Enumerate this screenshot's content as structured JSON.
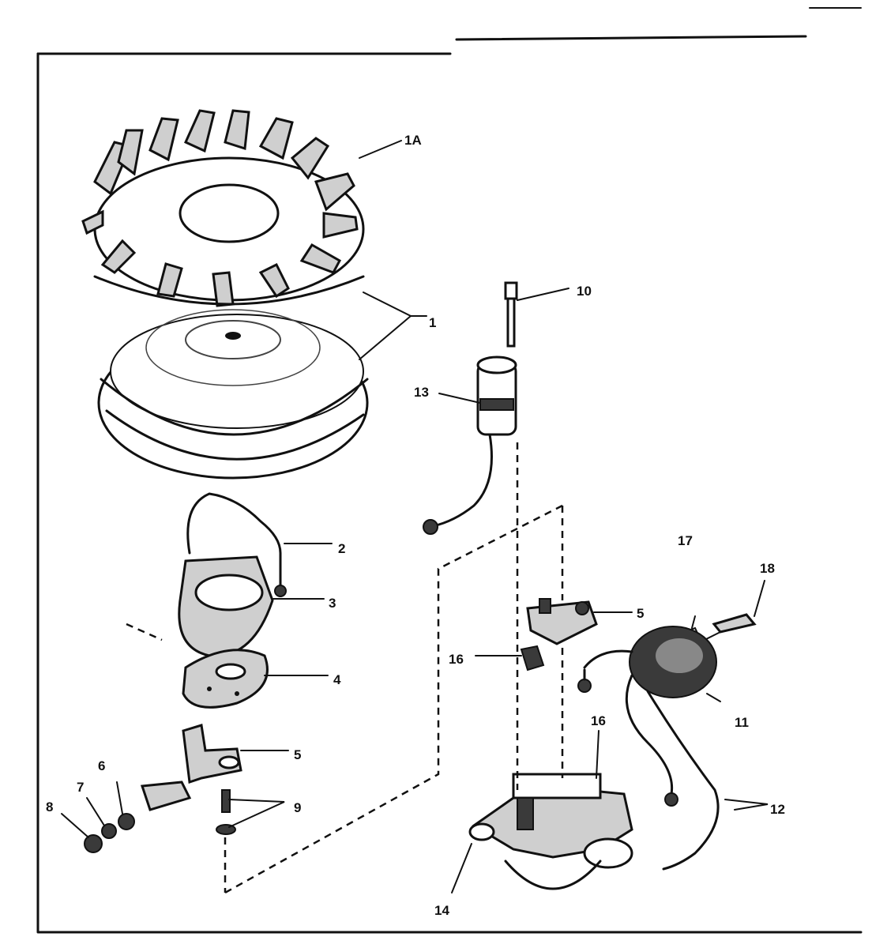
{
  "diagram": {
    "labels": {
      "p1A": "1A",
      "p1": "1",
      "p2": "2",
      "p3": "3",
      "p4": "4",
      "p5a": "5",
      "p5b": "5",
      "p6": "6",
      "p7": "7",
      "p8": "8",
      "p9": "9",
      "p10": "10",
      "p11": "11",
      "p12": "12",
      "p13": "13",
      "p14": "14",
      "p16a": "16",
      "p16b": "16",
      "p17": "17",
      "p18": "18"
    }
  }
}
